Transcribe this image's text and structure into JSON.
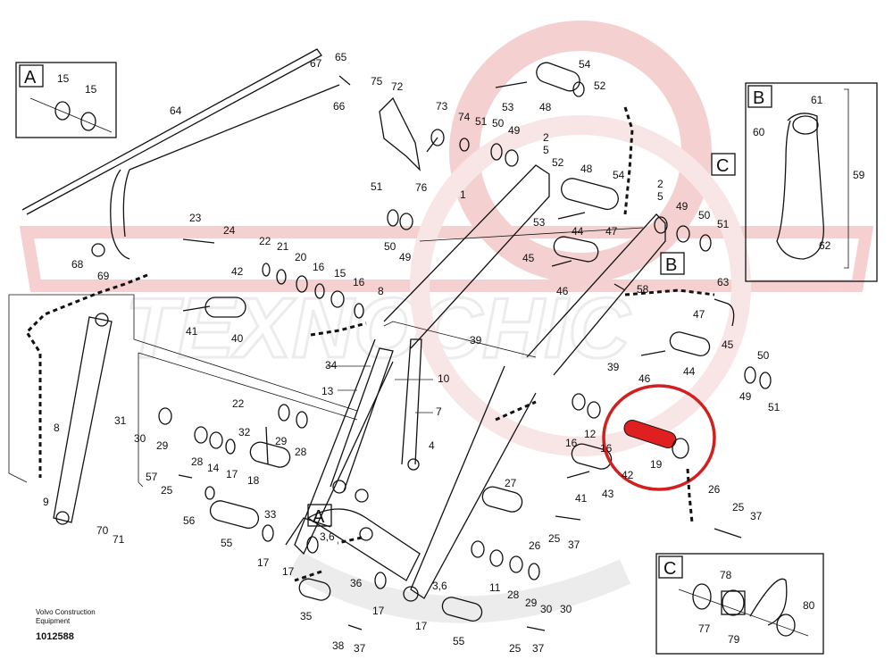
{
  "diagram": {
    "caption_line1": "Volvo Construction",
    "caption_line2": "Equipment",
    "drawing_number": "1012588",
    "watermark_text": "TEXNOCHIC",
    "colors": {
      "watermark_red": "#e8a0a0",
      "highlight_red": "#e02020",
      "ink": "#111111",
      "bg": "#ffffff"
    }
  },
  "detail_boxes": {
    "A": {
      "letter": "A",
      "labels": [
        "15",
        "15"
      ]
    },
    "B": {
      "letter": "B",
      "labels": [
        "61",
        "60",
        "59",
        "62"
      ]
    },
    "C": {
      "letter": "C",
      "labels": [
        "78",
        "77",
        "79",
        "80"
      ]
    }
  },
  "view_markers": {
    "A": "A",
    "B": "B",
    "C": "C"
  },
  "part_labels": [
    "67",
    "65",
    "66",
    "64",
    "75",
    "72",
    "73",
    "74",
    "51",
    "50",
    "49",
    "54",
    "52",
    "53",
    "48",
    "2",
    "5",
    "52",
    "48",
    "54",
    "1",
    "76",
    "51",
    "50",
    "49",
    "23",
    "24",
    "22",
    "21",
    "20",
    "16",
    "15",
    "16",
    "68",
    "69",
    "42",
    "41",
    "40",
    "8",
    "34",
    "13",
    "10",
    "7",
    "39",
    "53",
    "44",
    "47",
    "45",
    "46",
    "2",
    "5",
    "49",
    "50",
    "51",
    "63",
    "58",
    "47",
    "45",
    "44",
    "46",
    "39",
    "50",
    "49",
    "51",
    "31",
    "30",
    "29",
    "22",
    "32",
    "28",
    "14",
    "17",
    "29",
    "28",
    "18",
    "57",
    "25",
    "56",
    "55",
    "33",
    "3,6",
    "17",
    "17",
    "9",
    "70",
    "71",
    "8",
    "4",
    "16",
    "12",
    "16",
    "42",
    "19",
    "26",
    "43",
    "41",
    "27",
    "25",
    "37",
    "26",
    "25",
    "37",
    "11",
    "28",
    "29",
    "30",
    "36",
    "17",
    "3,6",
    "35",
    "38",
    "37",
    "17",
    "55",
    "25",
    "37",
    "30"
  ]
}
